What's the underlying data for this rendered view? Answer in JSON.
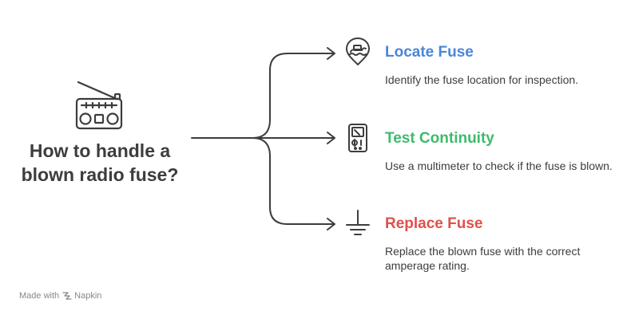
{
  "diagram": {
    "title": "How to handle a blown radio fuse?",
    "central_icon": "radio-icon",
    "line_color": "#3d3d3d",
    "branches": [
      {
        "title": "Locate Fuse",
        "description": "Identify the fuse location for inspection.",
        "color": "#4a86d8",
        "icon": "location-pin-icon"
      },
      {
        "title": "Test Continuity",
        "description": "Use a multimeter to check if the fuse is blown.",
        "color": "#3dbb6b",
        "icon": "multimeter-icon"
      },
      {
        "title": "Replace Fuse",
        "description": "Replace the blown fuse with the correct amperage rating.",
        "color": "#e0504a",
        "icon": "ground-symbol-icon"
      }
    ]
  },
  "footer": {
    "made_with": "Made with",
    "brand": "Napkin",
    "brand_icon": "napkin-logo-icon"
  }
}
